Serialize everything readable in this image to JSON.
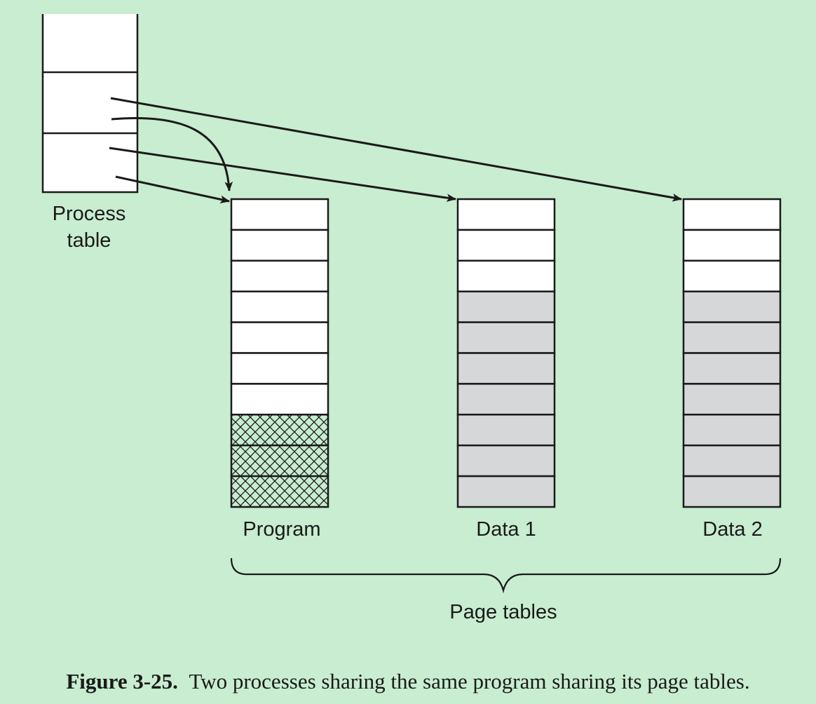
{
  "labels": {
    "process_table": [
      "Process",
      "table"
    ],
    "program": "Program",
    "data1": "Data 1",
    "data2": "Data 2",
    "page_tables": "Page tables"
  },
  "caption": {
    "number": "Figure 3-25.",
    "text": "Two processes sharing the same program sharing its page tables."
  },
  "page_tables": {
    "program": {
      "entries": 10,
      "fill": "hatched",
      "filled_entries": 3
    },
    "data1": {
      "entries": 10,
      "fill": "gray",
      "filled_entries": 7
    },
    "data2": {
      "entries": 10,
      "fill": "gray",
      "filled_entries": 7
    }
  },
  "colors": {
    "background": "#c8edd0",
    "table_fill": "#ffffff",
    "shaded_fill": "#d5d7d8",
    "stroke": "#1a1a1a"
  }
}
